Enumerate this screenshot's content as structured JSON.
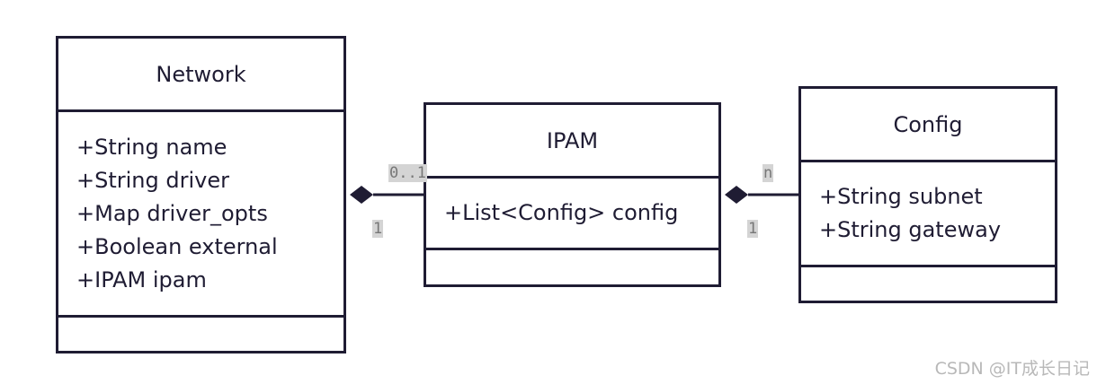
{
  "classes": {
    "network": {
      "name": "Network",
      "attributes": [
        "+String name",
        "+String driver",
        "+Map driver_opts",
        "+Boolean external",
        "+IPAM ipam"
      ]
    },
    "ipam": {
      "name": "IPAM",
      "attributes": [
        "+List<Config> config"
      ]
    },
    "config": {
      "name": "Config",
      "attributes": [
        "+String subnet",
        "+String gateway"
      ]
    }
  },
  "relations": {
    "network_ipam": {
      "type": "composition",
      "whole": "Network",
      "part": "IPAM",
      "whole_multiplicity": "1",
      "part_multiplicity": "0..1"
    },
    "ipam_config": {
      "type": "composition",
      "whole": "IPAM",
      "part": "Config",
      "whole_multiplicity": "1",
      "part_multiplicity": "n"
    }
  },
  "watermark": "CSDN @IT成长日记",
  "colors": {
    "stroke": "#1f1c33",
    "background": "#ffffff",
    "label_text": "#777777",
    "label_bg": "#d4d4d4",
    "watermark": "#b8b8b8"
  }
}
